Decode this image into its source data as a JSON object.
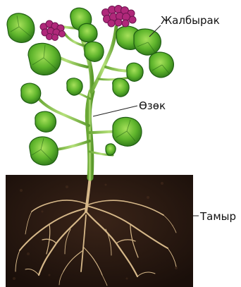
{
  "labels": {
    "leaf": "Жалбырак",
    "stem": "Өзөк",
    "root": "Тамыр"
  },
  "colors": {
    "leaf_light": "#7fcf3a",
    "leaf_mid": "#3f9b22",
    "leaf_dark": "#1f5e12",
    "stem": "#8cc84a",
    "flower": "#b0287a",
    "flower_dark": "#6e1550",
    "soil": "#2a1a12",
    "root": "#d8b98a"
  }
}
